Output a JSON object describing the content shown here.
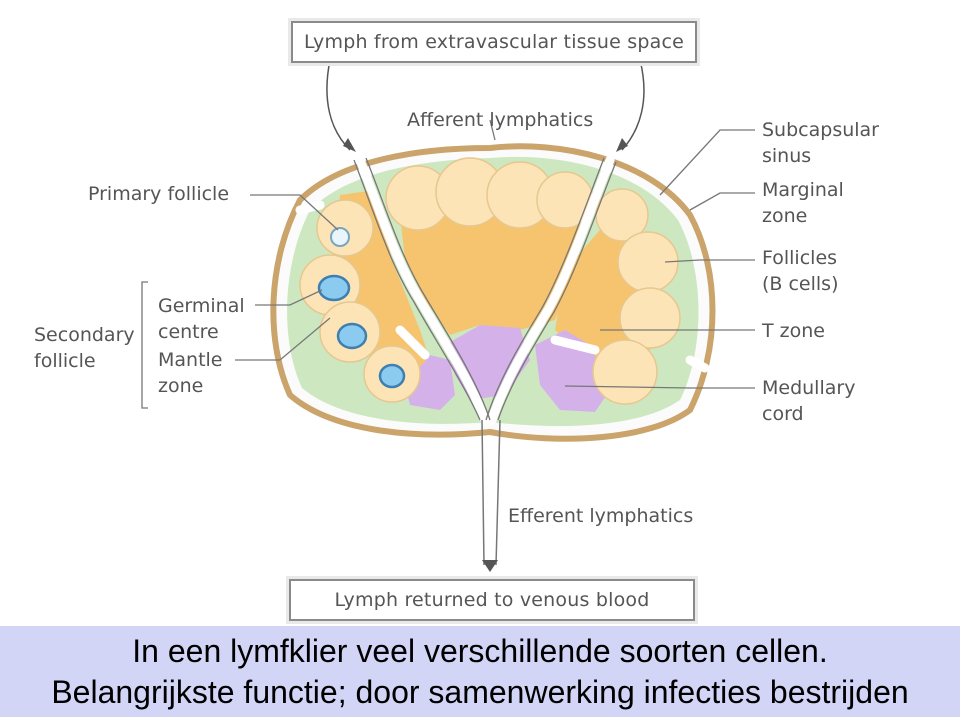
{
  "diagram": {
    "top_box": "Lymph from extravascular tissue space",
    "bottom_box": "Lymph returned to venous blood",
    "labels": {
      "afferent": "Afferent  lymphatics",
      "efferent": "Efferent lymphatics",
      "primary_follicle": "Primary follicle",
      "secondary_follicle": "Secondary\nfollicle",
      "germinal_centre": "Germinal\ncentre",
      "mantle_zone": "Mantle\nzone",
      "subcapsular_sinus": "Subcapsular\nsinus",
      "marginal_zone": "Marginal\nzone",
      "follicles": "Follicles\n(B cells)",
      "t_zone": "T zone",
      "medullary_cord": "Medullary\ncord"
    },
    "colors": {
      "capsule": "#caa46a",
      "marginal": "#cde8c0",
      "follicle": "#fde4b6",
      "t_zone": "#f6c46e",
      "medulla": "#d4b1e8",
      "germinal": "#8ccbf0"
    }
  },
  "caption": {
    "line1": "In een lymfklier veel verschillende soorten cellen.",
    "line2": "Belangrijkste  functie; door samenwerking infecties bestrijden"
  }
}
